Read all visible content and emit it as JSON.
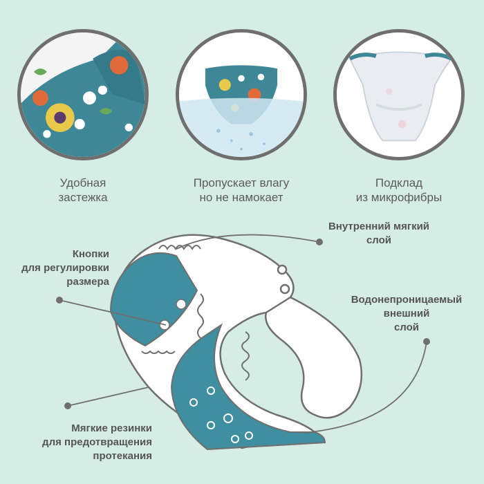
{
  "features": [
    {
      "icon": "snap-closure-photo",
      "line1": "Удобная",
      "line2": "застежка"
    },
    {
      "icon": "water-diaper-photo",
      "line1": "Пропускает влагу",
      "line2": "но не намокает"
    },
    {
      "icon": "microfiber-lining-photo",
      "line1": "Подклад",
      "line2": "из микрофибры"
    }
  ],
  "callouts": {
    "inner": {
      "line1": "Внутренний мягкий",
      "line2": "слой"
    },
    "buttons": {
      "line1": "Кнопки",
      "line2": "для регулировки",
      "line3": "размера"
    },
    "outer": {
      "line1": "Водонепроницаемый",
      "line2": "внешний",
      "line3": "слой"
    },
    "elastic": {
      "line1": "Мягкие резинки",
      "line2": "для предотвращения",
      "line3": "протекания"
    }
  },
  "colors": {
    "background": "#d6ede6",
    "teal": "#3f8fa0",
    "outline": "#6f6f6f",
    "text": "#545454"
  }
}
